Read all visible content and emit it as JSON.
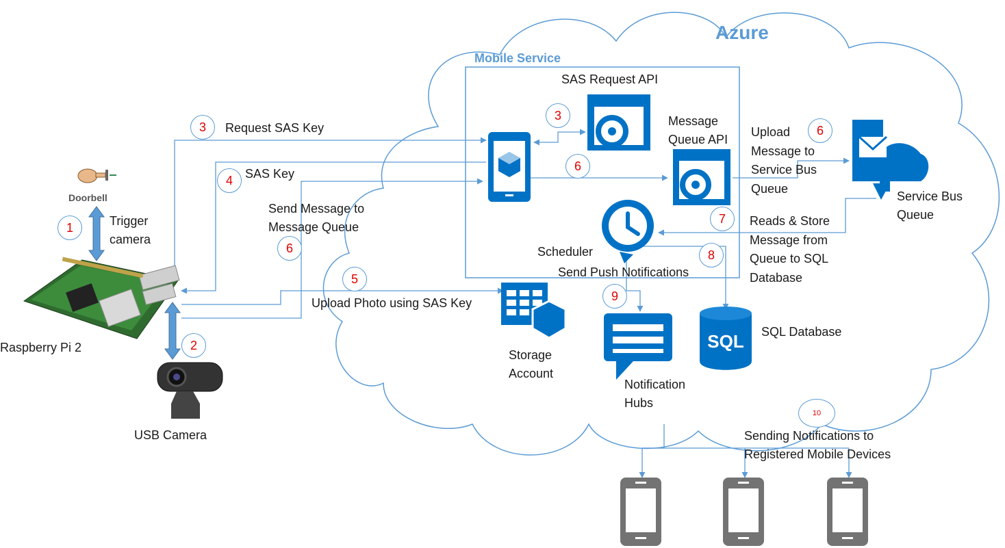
{
  "titles": {
    "azure": "Azure",
    "mobile_service": "Mobile Service"
  },
  "nodes": {
    "doorbell": "Doorbell",
    "raspberry_pi": "Raspberry Pi 2",
    "usb_camera": "USB Camera",
    "sas_request_api": "SAS Request API",
    "message_queue_api": [
      "Message",
      "Queue API"
    ],
    "service_bus_queue": [
      "Service Bus",
      "Queue"
    ],
    "scheduler": "Scheduler",
    "storage_account": [
      "Storage",
      "Account"
    ],
    "notification_hubs": [
      "Notification",
      "Hubs"
    ],
    "sql_database": "SQL Database",
    "sql_icon_text": "SQL"
  },
  "edges": {
    "trigger_camera": [
      "Trigger",
      "camera"
    ],
    "request_sas_key": "Request SAS Key",
    "sas_key": "SAS Key",
    "send_message": [
      "Send Message to",
      "Message Queue"
    ],
    "upload_photo": "Upload Photo using SAS Key",
    "upload_message": [
      "Upload",
      "Message to",
      "Service Bus",
      "Queue"
    ],
    "reads_store": [
      "Reads & Store",
      "Message from",
      "Queue to SQL",
      "Database"
    ],
    "send_push": "Send Push Notifications",
    "sending_notifications": [
      "Sending Notifications to",
      "Registered Mobile Devices"
    ]
  },
  "steps": {
    "trigger": "1",
    "camera": "2",
    "request_sas": "3",
    "sas_api": "3",
    "sas_key": "4",
    "upload_photo": "5",
    "send_msg": "6",
    "msg_api": "6",
    "service_bus": "6",
    "reads": "7",
    "scheduler": "8",
    "push": "9",
    "devices": "10"
  },
  "colors": {
    "azure_blue": "#0072c6",
    "line_blue": "#5b9bd5",
    "step_red": "#e00000",
    "device_gray": "#737373"
  }
}
